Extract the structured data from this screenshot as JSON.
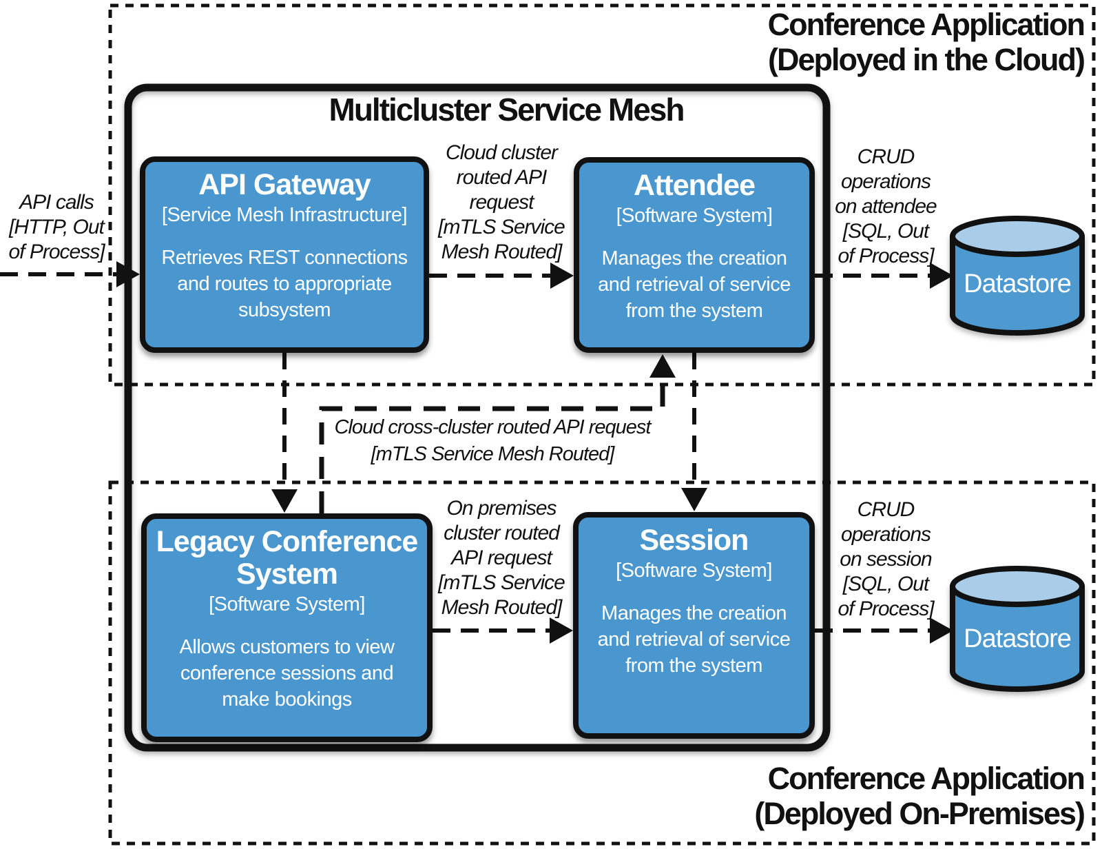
{
  "regions": {
    "cloud": {
      "title": "Conference Application\n(Deployed in the Cloud)"
    },
    "mesh": {
      "title": "Multicluster Service Mesh"
    },
    "on_premises": {
      "title": "Conference Application\n(Deployed On-Premises)"
    }
  },
  "nodes": {
    "api_gateway": {
      "title": "API Gateway",
      "type": "[Service Mesh Infrastructure]",
      "description": "Retrieves REST connections\nand routes to appropriate\nsubsystem"
    },
    "attendee": {
      "title": "Attendee",
      "type": "[Software System]",
      "description": "Manages the creation\nand retrieval of service\nfrom the system"
    },
    "legacy_conference_system": {
      "title": "Legacy Conference\nSystem",
      "type": "[Software System]",
      "description": "Allows customers to view\nconference sessions and\nmake bookings"
    },
    "session": {
      "title": "Session",
      "type": "[Software System]",
      "description": "Manages the creation\nand retrieval of service\nfrom the system"
    },
    "datastore_cloud": {
      "title": "Datastore"
    },
    "datastore_on_premises": {
      "title": "Datastore"
    }
  },
  "edges": {
    "api_calls": {
      "label": "API calls\n[HTTP, Out\nof Process]"
    },
    "cloud_cluster_routed": {
      "label": "Cloud cluster\nrouted API\nrequest\n[mTLS Service\nMesh Routed]"
    },
    "crud_attendee": {
      "label": "CRUD\noperations\non attendee\n[SQL, Out\nof Process]"
    },
    "cloud_cross_cluster_routed": {
      "label": "Cloud cross-cluster routed API request\n[mTLS Service Mesh Routed]"
    },
    "on_premises_cluster_routed": {
      "label": "On premises\ncluster routed\nAPI request\n[mTLS Service\nMesh Routed]"
    },
    "crud_session": {
      "label": "CRUD\noperations\non session\n[SQL, Out\nof Process]"
    }
  },
  "colors": {
    "node_fill": "#4a96ce",
    "node_border": "#111111",
    "node_text": "#ffffff",
    "cylinder_top": "#a9cce9",
    "cylinder_body": "#4e9ad0",
    "line": "#111111",
    "background": "#ffffff"
  }
}
